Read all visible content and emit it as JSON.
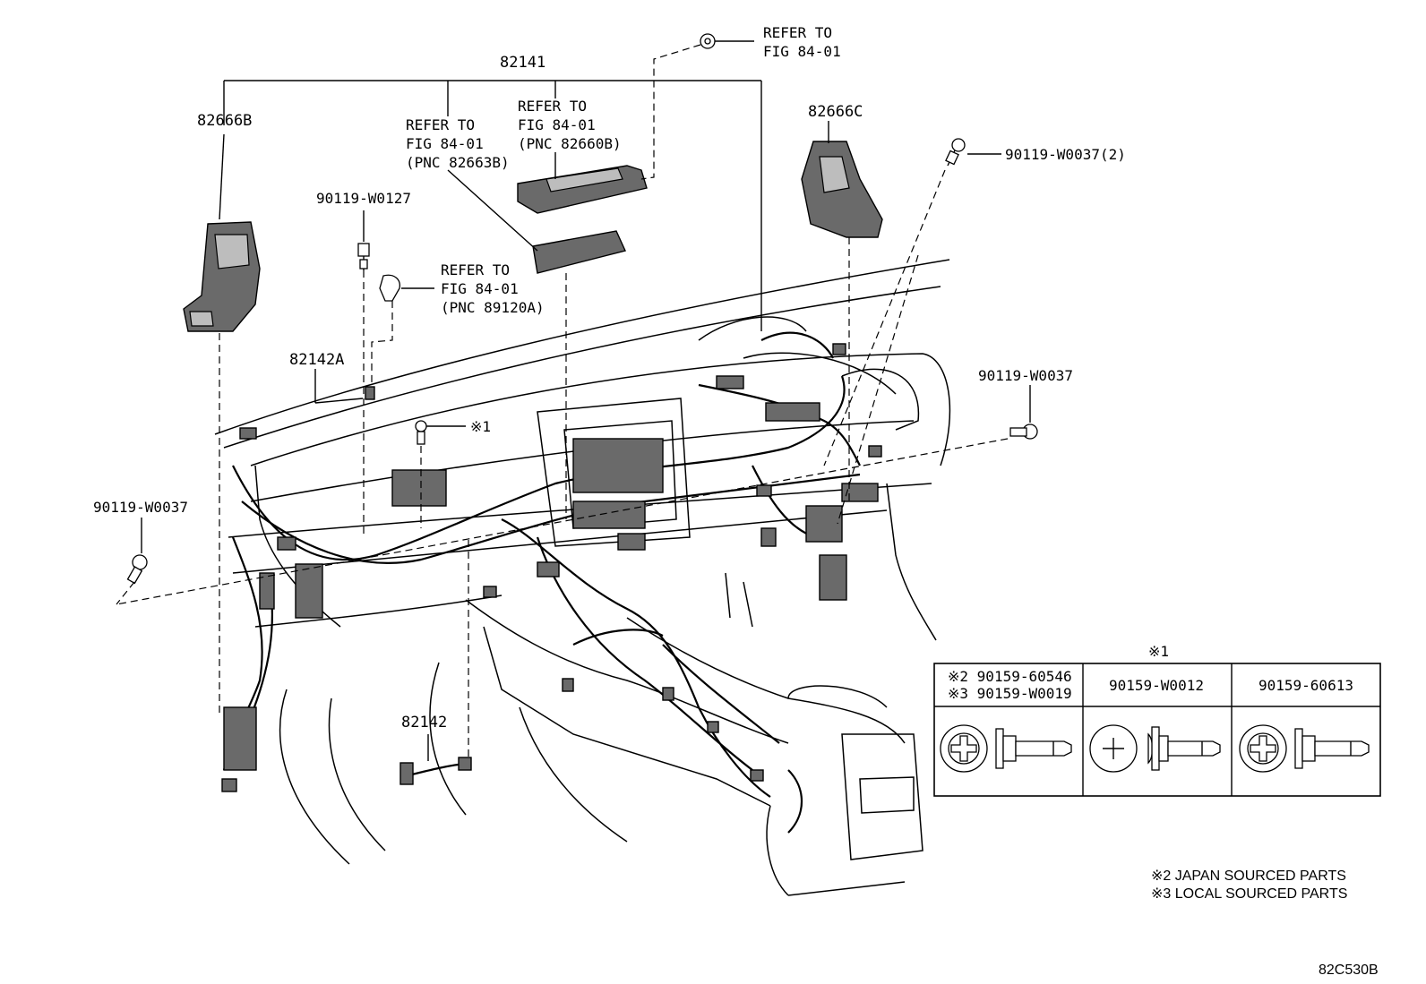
{
  "labels": {
    "harness_main": "82141",
    "bracket_left": "82666B",
    "bracket_right": "82666C",
    "refer_top_l1": "REFER TO",
    "refer_top_l2": "FIG 84-01",
    "refer_a_l1": "REFER TO",
    "refer_a_l2": "FIG 84-01",
    "refer_a_l3": "(PNC 82660B)",
    "refer_b_l1": "REFER TO",
    "refer_b_l2": "FIG 84-01",
    "refer_b_l3": "(PNC 82663B)",
    "refer_c_l1": "REFER TO",
    "refer_c_l2": "FIG 84-01",
    "refer_c_l3": "(PNC 89120A)",
    "bolt_w0127": "90119-W0127",
    "bolt_w0037_2": "90119-W0037(2)",
    "bolt_w0037_right": "90119-W0037",
    "bolt_w0037_left": "90119-W0037",
    "harness_a": "82142A",
    "harness_b": "82142",
    "note_ref": "※1"
  },
  "table": {
    "header": "※1",
    "columns": [
      {
        "line1": "※2 90159-60546",
        "line2": "※3 90159-W0019"
      },
      {
        "line1": "90159-W0012",
        "line2": ""
      },
      {
        "line1": "90159-60613",
        "line2": ""
      }
    ]
  },
  "footnotes": [
    "※2 JAPAN SOURCED PARTS",
    "※3 LOCAL SOURCED PARTS"
  ],
  "figure_code": "82C530B"
}
